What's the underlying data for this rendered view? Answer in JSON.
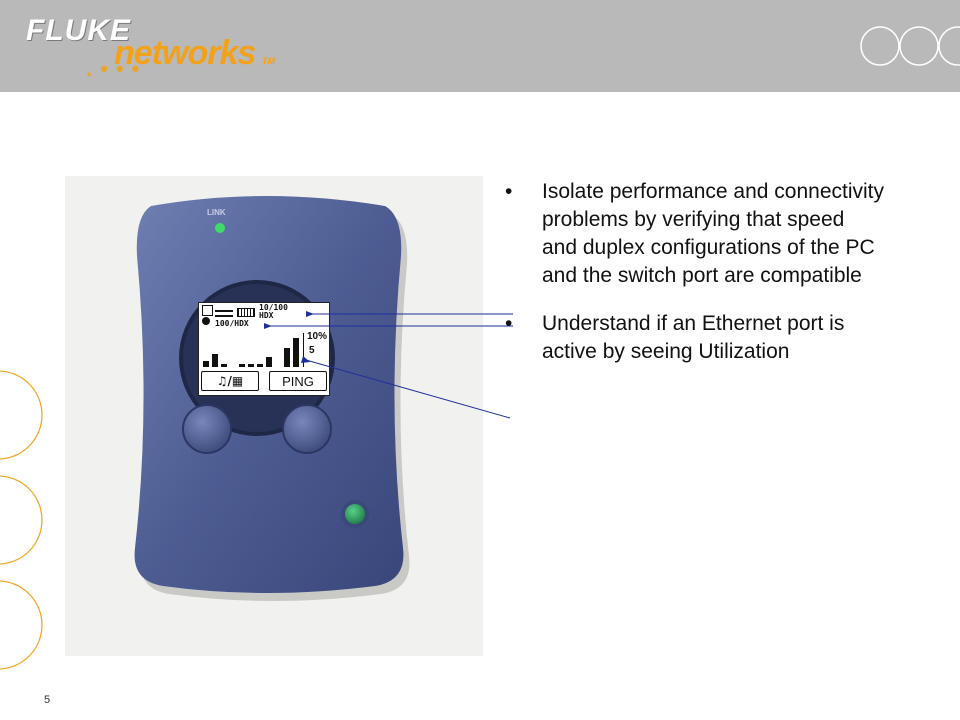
{
  "header": {
    "logo_primary": "FLUKE",
    "logo_secondary": "networks",
    "logo_tm": "TM"
  },
  "device": {
    "link_label": "LINK",
    "screen": {
      "speed_top": "10/100",
      "duplex_top": "HDX",
      "speed_bottom": "100/HDX",
      "util_high": "10%",
      "util_low": "5",
      "left_key": "♫/▦",
      "right_key": "PING",
      "utilization_bars": [
        2,
        4,
        1,
        0,
        1,
        1,
        1,
        3,
        0,
        6,
        9
      ]
    }
  },
  "bullets": [
    {
      "symbol": "•",
      "text": "Isolate performance and connectivity problems by verifying that speed and duplex configurations of the PC and the switch port are compatible"
    },
    {
      "symbol": "•",
      "text": "Understand if an Ethernet port is active by seeing Utilization"
    }
  ],
  "page_number": "5",
  "colors": {
    "header_band": "#b9b9b9",
    "accent_orange": "#f2a21a",
    "device_body": "#4a5a90",
    "callout_line": "#1f2f9a"
  }
}
